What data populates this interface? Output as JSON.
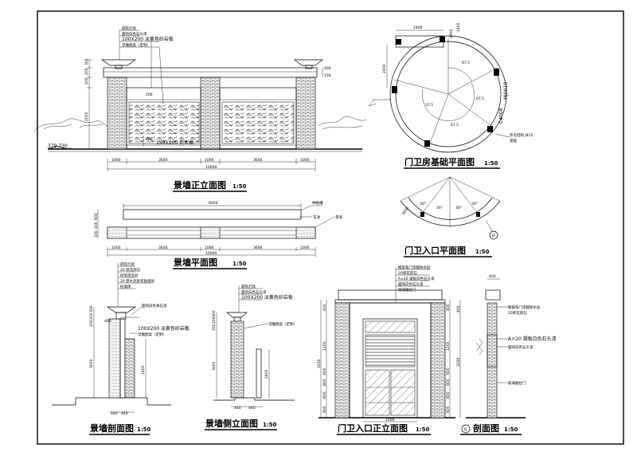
{
  "drawings": {
    "wall_front_elevation": {
      "title": "景墙正立面图",
      "scale": "1:50",
      "ground_level": "379.730",
      "notes": [
        "庭院灯具",
        "面喷白色石头漆",
        "100X200 淡黄色砂岩板",
        "浮雕图案（定制）",
        "150X100 实木格"
      ],
      "dims_bottom": [
        "1000",
        "3600",
        "1000",
        "3600",
        "1000"
      ],
      "dims_total": "10000",
      "dims_left": [
        "300",
        "200",
        "200",
        "2000"
      ],
      "dims_right": [
        "400",
        "150"
      ],
      "dim_inner": "200",
      "dim_inner2": "400"
    },
    "wall_plan": {
      "title": "景墙平面图",
      "scale": "1:50",
      "notes": [
        "种植槽",
        "花池",
        "景墙"
      ],
      "dim_top": "8000",
      "dims_left": [
        "600",
        "400",
        "100"
      ],
      "dims_bottom": [
        "1000",
        "3600",
        "1000",
        "3600",
        "1000"
      ],
      "dims_total": "10000"
    },
    "guardhouse_foundation_plan": {
      "title": "门卫房基础平面图",
      "scale": "1:50",
      "dims": [
        "2400",
        "2400",
        "2400",
        "2400"
      ],
      "angles": [
        "67.5",
        "67.5",
        "67.5",
        "37.5"
      ],
      "labels": [
        "MJ0019",
        "C4008",
        "参见结构 J812",
        "基础"
      ]
    },
    "guardhouse_entrance_plan": {
      "title": "门卫入口平面图",
      "scale": "1:50",
      "angles": [
        "30°",
        "30°",
        "30°",
        "30°"
      ],
      "dim": "3050",
      "section_tag": "B"
    },
    "wall_section": {
      "title": "景墙剖面图",
      "scale": "1:50",
      "notes": [
        "庭院灯具",
        "20 厚花岗石",
        "砂浆结合层",
        "20 厚水泥砂浆粘接层",
        "砼墙体",
        "面喷白色真石漆",
        "100X200 淡黄色砂岩板",
        "浮雕图案（定制）"
      ],
      "dims_left": [
        "300",
        "200",
        "200",
        "3000"
      ],
      "dim_mid": "2400",
      "dims_bottom": [
        "440",
        "440"
      ],
      "dim_small": "400"
    },
    "wall_side_elevation": {
      "title": "景墙侧立面图",
      "scale": "1:50",
      "notes": [
        "庭院灯具",
        "面喷白色石头漆",
        "100X200 淡黄色砂岩板",
        "浮雕图案（定制）"
      ],
      "dims_left": [
        "300",
        "200",
        "200",
        "3000"
      ],
      "dim_mid": "2400",
      "dims_bottom": [
        "440",
        "440"
      ]
    },
    "guardhouse_entrance_elevation": {
      "title": "门卫入口正立面图",
      "scale": "1:50",
      "notes": [
        "檐部角门涂膜防水层",
        "20厚花岗石",
        "A×20 凝板白色石头漆",
        "面喷白色石头漆",
        "玻璃推拉门"
      ],
      "dims_left": [
        "400",
        "1200",
        "600",
        "800",
        "800",
        "800"
      ],
      "dim_total": "3250",
      "dim_bottom": "1000",
      "dims_right": [
        "400",
        "1200",
        "600",
        "800",
        "800",
        "800"
      ]
    },
    "section_b": {
      "title": "剖面图",
      "scale": "1:50",
      "tag": "B",
      "notes": [
        "檐部角门涂膜防水层",
        "20厚花岗石",
        "A×20 凝板白色石头漆",
        "面喷白色石头漆",
        "玻璃推拉门"
      ],
      "dim_top": "400",
      "dims_left": [
        "400",
        "3250"
      ]
    }
  }
}
